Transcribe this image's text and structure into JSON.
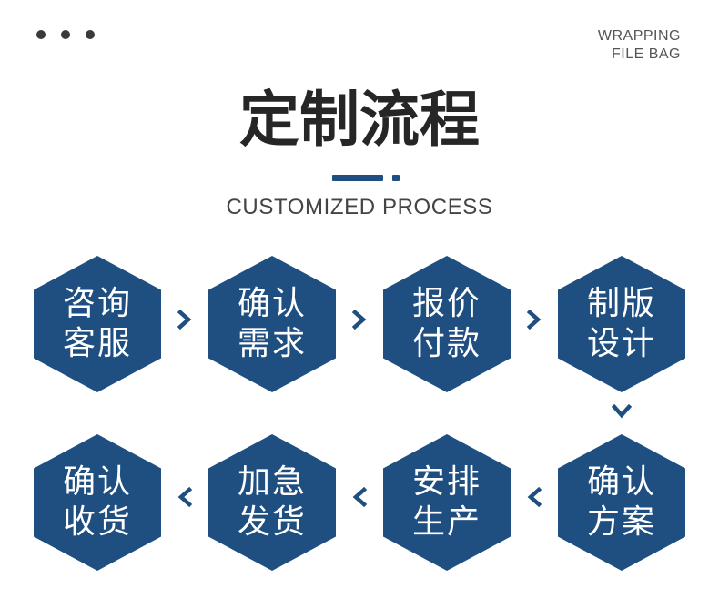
{
  "header": {
    "brand_line1": "WRAPPING",
    "brand_line2": "FILE BAG",
    "title": "定制流程",
    "subtitle": "CUSTOMIZED PROCESS"
  },
  "colors": {
    "accent": "#1f4f80",
    "text_dark": "#262626",
    "text_gray": "#444444"
  },
  "steps": [
    {
      "line1": "咨询",
      "line2": "客服"
    },
    {
      "line1": "确认",
      "line2": "需求"
    },
    {
      "line1": "报价",
      "line2": "付款"
    },
    {
      "line1": "制版",
      "line2": "设计"
    },
    {
      "line1": "确认",
      "line2": "方案"
    },
    {
      "line1": "安排",
      "line2": "生产"
    },
    {
      "line1": "加急",
      "line2": "发货"
    },
    {
      "line1": "确认",
      "line2": "收货"
    }
  ],
  "icons": {
    "arrow_right": "chevron-right-icon",
    "arrow_left": "chevron-left-icon",
    "arrow_down": "chevron-down-icon"
  }
}
